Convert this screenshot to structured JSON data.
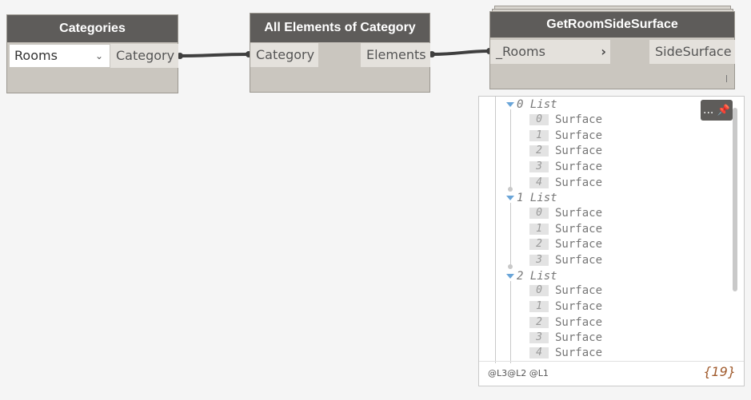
{
  "nodes": {
    "categories": {
      "title": "Categories",
      "dropdown_value": "Rooms",
      "output_port": "Category"
    },
    "all_elements": {
      "title": "All Elements of Category",
      "input_port": "Category",
      "output_port": "Elements"
    },
    "get_room": {
      "title": "GetRoomSideSurface",
      "input_port": "_Rooms",
      "output_port": "SideSurface"
    }
  },
  "preview": {
    "pin_button": "...",
    "footer_levels": "@L3@L2 @L1",
    "footer_count": "{19}",
    "lists": [
      {
        "index": "0",
        "label": "List",
        "items": [
          {
            "i": "0",
            "v": "Surface"
          },
          {
            "i": "1",
            "v": "Surface"
          },
          {
            "i": "2",
            "v": "Surface"
          },
          {
            "i": "3",
            "v": "Surface"
          },
          {
            "i": "4",
            "v": "Surface"
          }
        ]
      },
      {
        "index": "1",
        "label": "List",
        "items": [
          {
            "i": "0",
            "v": "Surface"
          },
          {
            "i": "1",
            "v": "Surface"
          },
          {
            "i": "2",
            "v": "Surface"
          },
          {
            "i": "3",
            "v": "Surface"
          }
        ]
      },
      {
        "index": "2",
        "label": "List",
        "items": [
          {
            "i": "0",
            "v": "Surface"
          },
          {
            "i": "1",
            "v": "Surface"
          },
          {
            "i": "2",
            "v": "Surface"
          },
          {
            "i": "3",
            "v": "Surface"
          },
          {
            "i": "4",
            "v": "Surface"
          }
        ]
      }
    ]
  }
}
